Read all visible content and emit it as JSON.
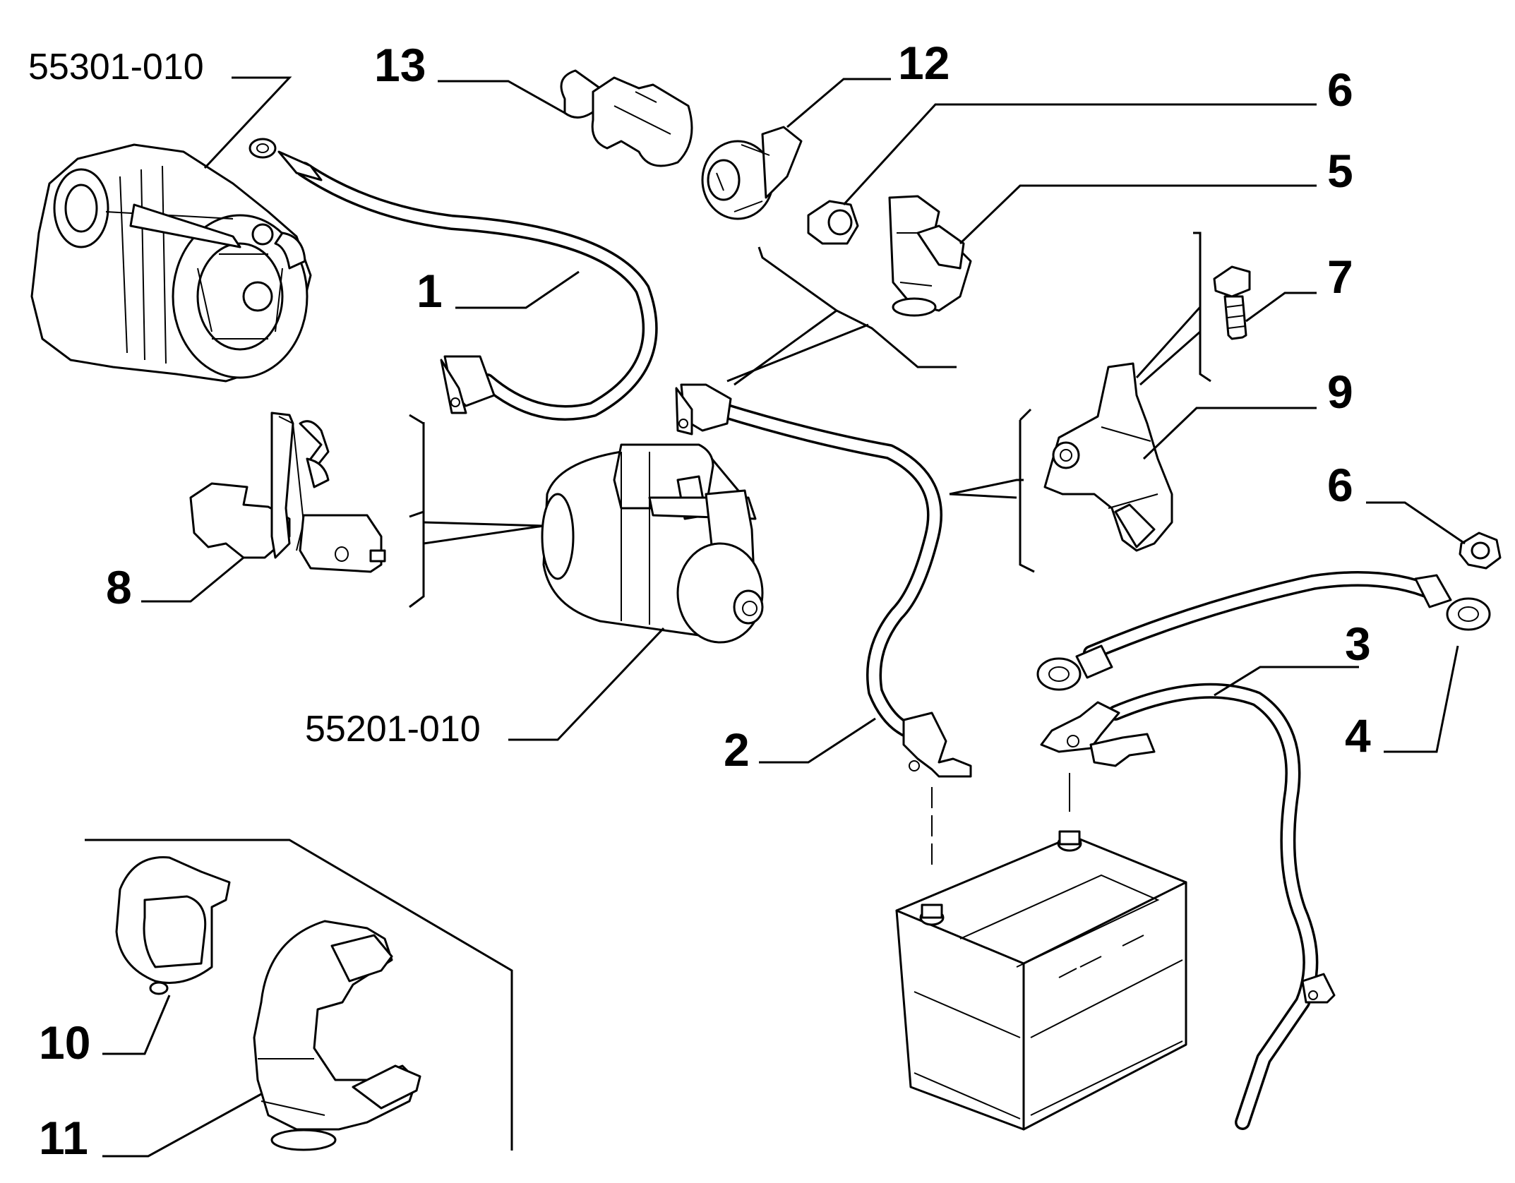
{
  "labels": {
    "alternator_ref": "55301-010",
    "starter_ref": "55201-010",
    "p1": "1",
    "p2": "2",
    "p3": "3",
    "p4": "4",
    "p5": "5",
    "p6a": "6",
    "p6b": "6",
    "p7": "7",
    "p8": "8",
    "p9": "9",
    "p10": "10",
    "p11": "11",
    "p12": "12",
    "p13": "13"
  },
  "icons": {
    "alternator": "alternator-icon",
    "starter": "starter-motor-icon",
    "battery": "battery-icon",
    "cable": "cable-icon",
    "clip": "clip-icon",
    "nut": "nut-icon",
    "bolt": "bolt-icon",
    "grommet": "grommet-icon",
    "bracket": "bracket-icon"
  }
}
